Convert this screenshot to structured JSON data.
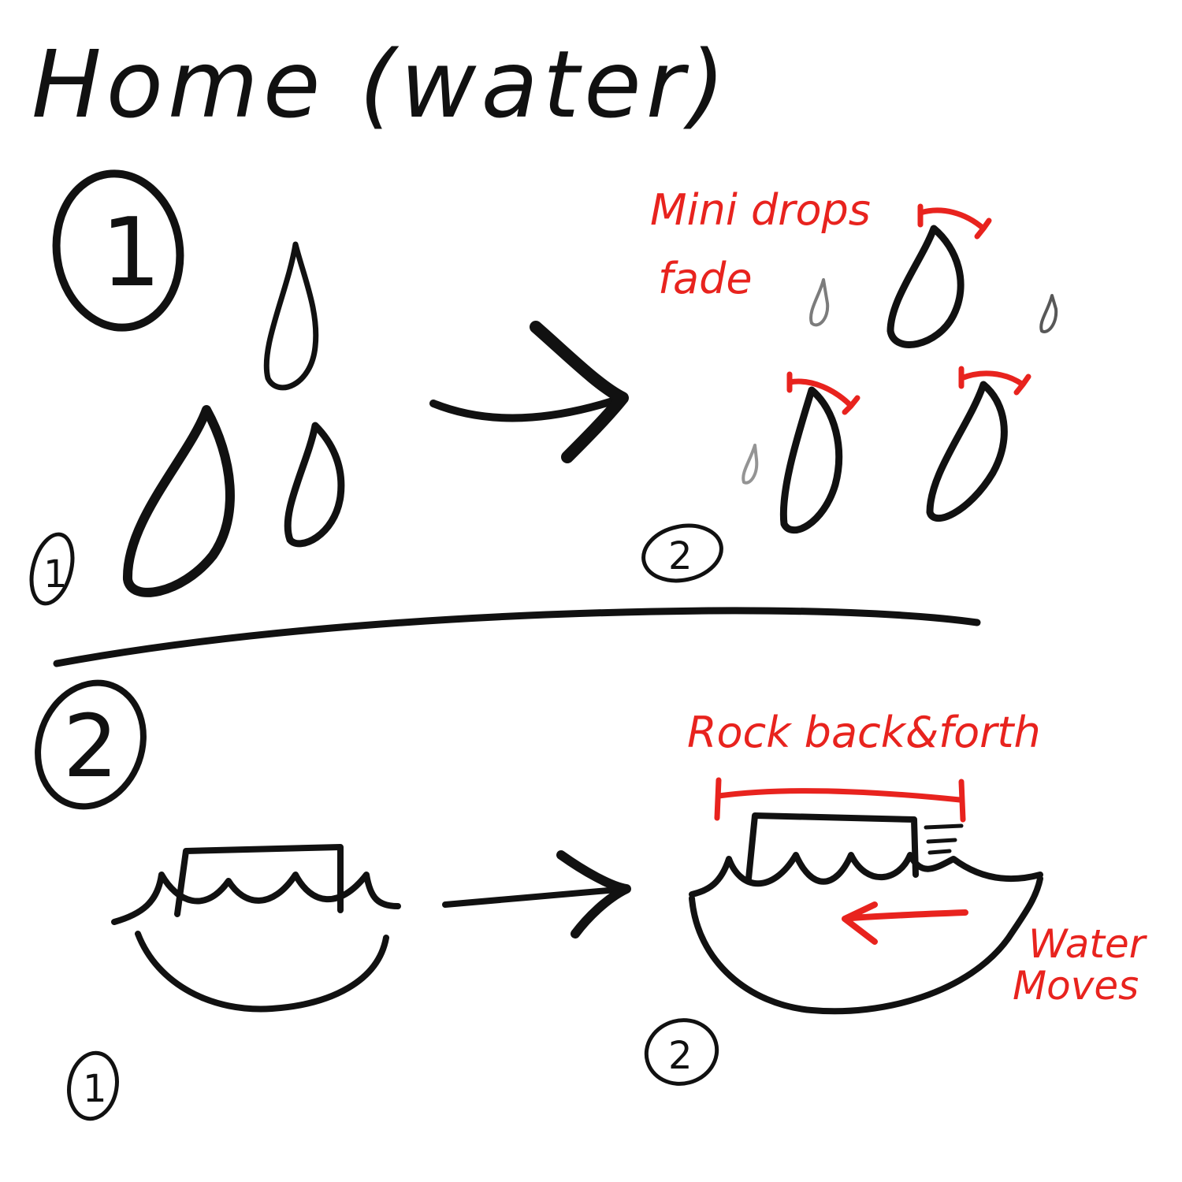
{
  "title": "Home (water)",
  "colors": {
    "ink": "#111111",
    "annotation": "#e8231e",
    "background": "#ffffff"
  },
  "step_1": {
    "marker": "1",
    "start_frame_marker": "1",
    "end_frame_marker": "2",
    "annotation": {
      "line1": "Mini drops",
      "line2": "fade"
    }
  },
  "step_2": {
    "marker": "2",
    "start_frame_marker": "1",
    "end_frame_marker": "2",
    "annotation_top": "Rock back&forth",
    "annotation_side": {
      "line1": "Water",
      "line2": "Moves"
    }
  }
}
